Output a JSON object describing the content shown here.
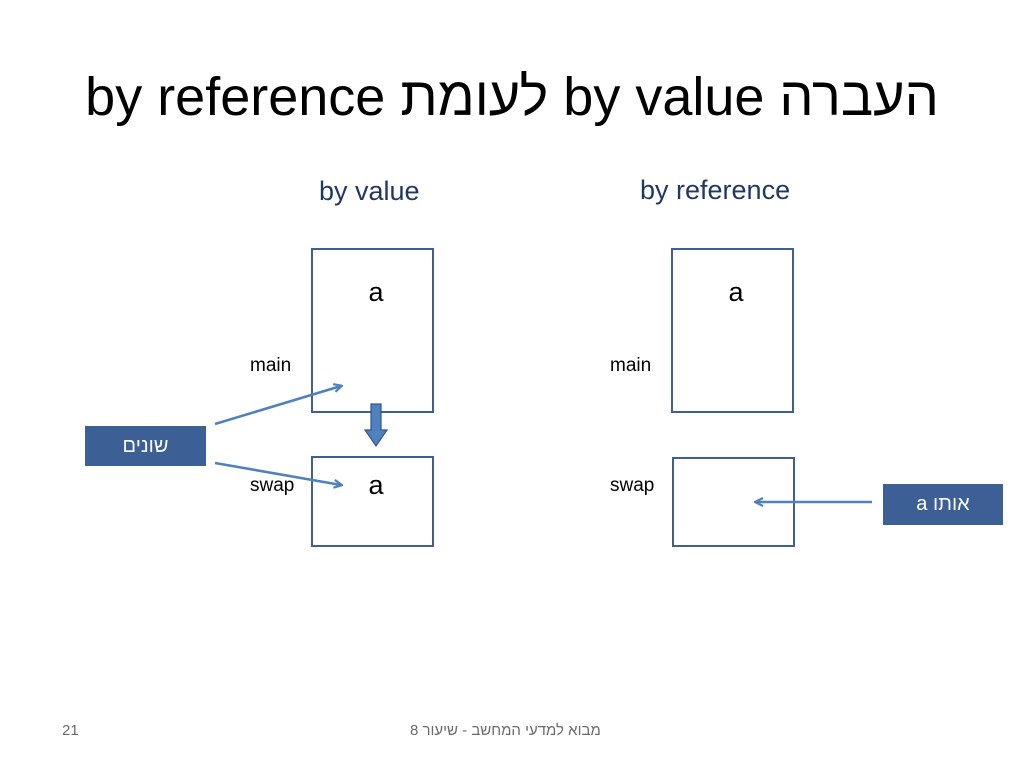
{
  "slide": {
    "title": "העברה by value לעומת by reference",
    "headings": {
      "by_value": "by value",
      "by_reference": "by reference"
    },
    "by_value_panel": {
      "main_label": "main",
      "swap_label": "swap",
      "main_var": "a",
      "swap_var": "a",
      "callout": "שונים"
    },
    "by_reference_panel": {
      "main_label": "main",
      "swap_label": "swap",
      "main_var": "a",
      "callout": "אותו a"
    },
    "footer": {
      "page_number": "21",
      "course": "מבוא למדעי המחשב - שיעור 8"
    },
    "colors": {
      "frame": "#3f5f8f",
      "arrow": "#4f81bd",
      "callout_bg": "#3c5f95",
      "heading": "#1f3864"
    }
  }
}
